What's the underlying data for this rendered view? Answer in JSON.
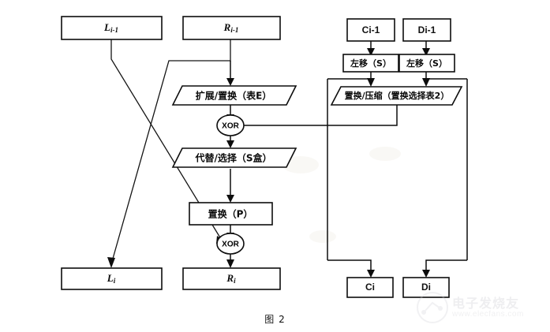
{
  "figure": {
    "caption": "图 2",
    "background_color": "#ffffff",
    "line_color": "#0d0d0d"
  },
  "left_branch": {
    "input_left": {
      "label": "L",
      "sub": "i-1",
      "full": "Li-1"
    },
    "input_right": {
      "label": "R",
      "sub": "i-1",
      "full": "Ri-1"
    },
    "output_left": {
      "label": "L",
      "sub": "i",
      "full": "Li"
    },
    "output_right": {
      "label": "R",
      "sub": "i",
      "full": "Ri"
    },
    "steps": [
      {
        "id": "expand",
        "label": "扩展/置换（表E）",
        "shape": "parallelogram"
      },
      {
        "id": "xor-top",
        "label": "XOR",
        "shape": "ellipse"
      },
      {
        "id": "substitute",
        "label": "代替/选择（S盒）",
        "shape": "parallelogram"
      },
      {
        "id": "permute",
        "label": "置换（P）",
        "shape": "rectangle"
      },
      {
        "id": "xor-bottom",
        "label": "XOR",
        "shape": "ellipse"
      }
    ]
  },
  "key_schedule": {
    "input_left": {
      "label": "Ci-1"
    },
    "input_right": {
      "label": "Di-1"
    },
    "shift_left": {
      "label": "左移（S）"
    },
    "shift_right": {
      "label": "左移（S）"
    },
    "compress": {
      "label": "置换/压缩（置换选择表2）"
    },
    "output_left": {
      "label": "Ci"
    },
    "output_right": {
      "label": "Di"
    }
  },
  "watermark": {
    "text": "电子发烧友",
    "url": "www.elecfans.com",
    "icon": "elecfans-logo-icon"
  }
}
